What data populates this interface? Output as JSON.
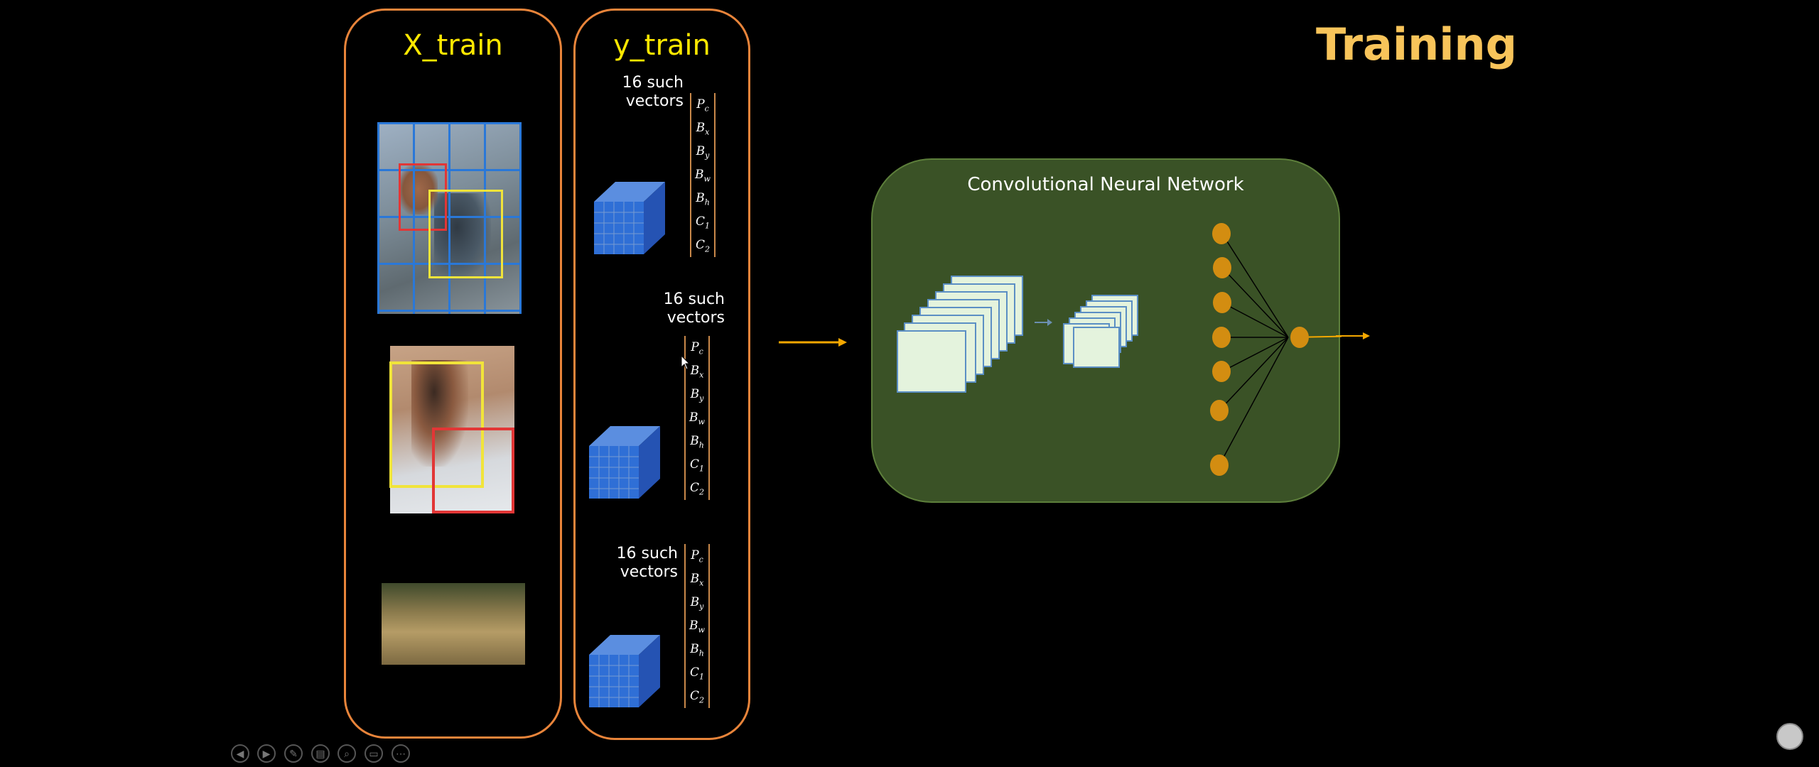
{
  "slide": {
    "title": "Training",
    "x_panel_title": "X_train",
    "y_panel_title": "y_train",
    "such_vectors_label": "16 such vectors",
    "vector_components": [
      "P",
      "B",
      "B",
      "B",
      "B",
      "C",
      "C"
    ],
    "vector_subscripts": [
      "c",
      "x",
      "y",
      "w",
      "h",
      "1",
      "2"
    ],
    "cnn_title": "Convolutional Neural Network"
  },
  "colors": {
    "title": "#f8c45a",
    "panel_border": "#e8843a",
    "panel_title": "#ffe800",
    "arrow": "#f5a800",
    "cnn_bg": "#3a5226",
    "neuron": "#d38d11",
    "cube": "#2f6fd6"
  },
  "controls": {
    "icons": [
      "prev-icon",
      "next-icon",
      "pen-icon",
      "slides-icon",
      "zoom-icon",
      "subtitle-icon",
      "more-icon"
    ]
  }
}
